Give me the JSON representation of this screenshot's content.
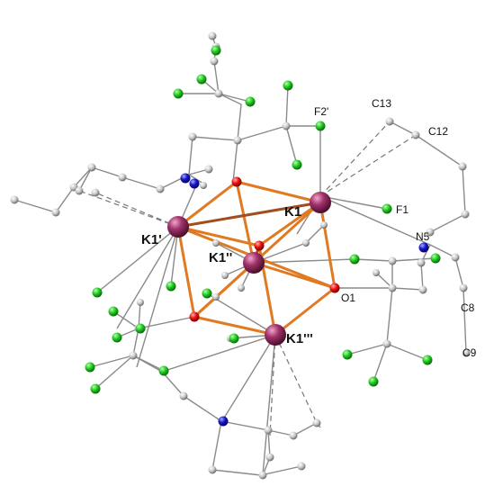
{
  "figure": {
    "labels": {
      "K1": "K1",
      "K1p": "K1'",
      "K1pp": "K1''",
      "K1ppp": "K1'''",
      "O1": "O1",
      "F1": "F1",
      "F2p": "F2'",
      "N5": "N5",
      "C8": "C8",
      "C9": "C9",
      "C12": "C12",
      "C13": "C13"
    }
  },
  "colors": {
    "potassium": "#a0336a",
    "oxygen": "#ee1111",
    "fluorine": "#22cc22",
    "nitrogen": "#1515cc",
    "carbon": "#c8c8c8",
    "cage_bond": "#e07a22",
    "bond": "#8a8a8a"
  }
}
